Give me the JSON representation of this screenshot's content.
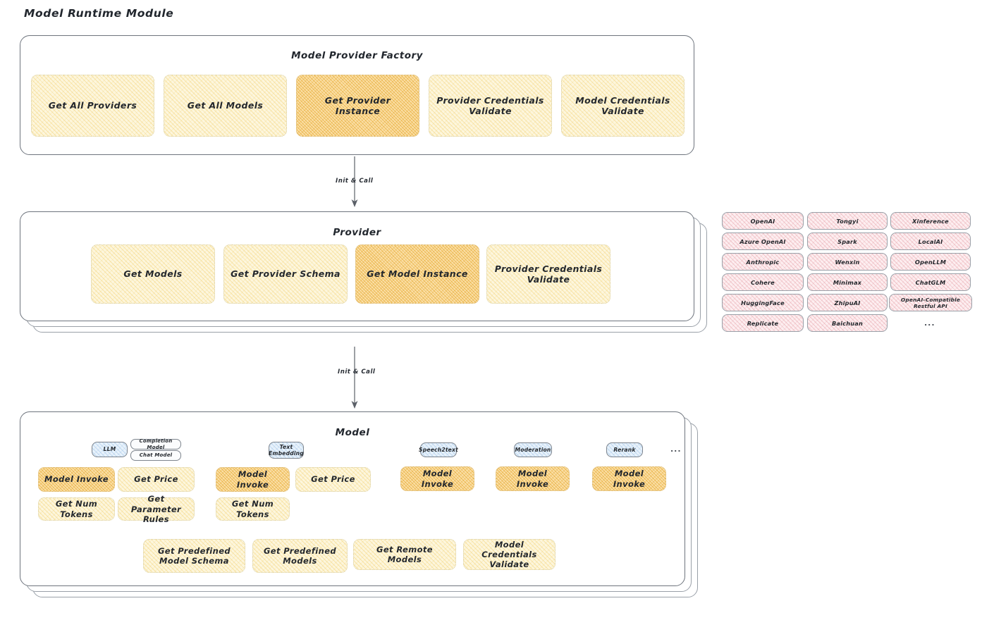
{
  "page": {
    "title": "Model Runtime Module"
  },
  "sections": {
    "factory": {
      "title": "Model Provider Factory",
      "boxes": [
        {
          "label": "Get All Providers",
          "highlight": false
        },
        {
          "label": "Get All Models",
          "highlight": false
        },
        {
          "label": "Get Provider Instance",
          "highlight": true
        },
        {
          "label": "Provider Credentials Validate",
          "highlight": false
        },
        {
          "label": "Model Credentials Validate",
          "highlight": false
        }
      ]
    },
    "provider": {
      "title": "Provider",
      "boxes": [
        {
          "label": "Get Models",
          "highlight": false
        },
        {
          "label": "Get Provider Schema",
          "highlight": false
        },
        {
          "label": "Get Model Instance",
          "highlight": true
        },
        {
          "label": "Provider Credentials Validate",
          "highlight": false
        }
      ]
    },
    "model": {
      "title": "Model",
      "types": [
        {
          "name": "LLM",
          "sub_badges": [
            "Completion Model",
            "Chat Model"
          ],
          "methods": [
            {
              "label": "Model Invoke",
              "highlight": true
            },
            {
              "label": "Get Price",
              "highlight": false
            },
            {
              "label": "Get Num Tokens",
              "highlight": false
            },
            {
              "label": "Get Parameter Rules",
              "highlight": false
            }
          ]
        },
        {
          "name": "Text Embedding",
          "sub_badges": [],
          "methods": [
            {
              "label": "Model Invoke",
              "highlight": true
            },
            {
              "label": "Get Price",
              "highlight": false
            },
            {
              "label": "Get Num Tokens",
              "highlight": false
            }
          ]
        },
        {
          "name": "Speech2text",
          "sub_badges": [],
          "methods": [
            {
              "label": "Model Invoke",
              "highlight": true
            }
          ]
        },
        {
          "name": "Moderation",
          "sub_badges": [],
          "methods": [
            {
              "label": "Model Invoke",
              "highlight": true
            }
          ]
        },
        {
          "name": "Rerank",
          "sub_badges": [],
          "methods": [
            {
              "label": "Model Invoke",
              "highlight": true
            }
          ]
        }
      ],
      "more_types": "...",
      "common_methods": [
        {
          "label": "Get Predefined Model Schema",
          "highlight": false
        },
        {
          "label": "Get Predefined Models",
          "highlight": false
        },
        {
          "label": "Get Remote Models",
          "highlight": false
        },
        {
          "label": "Model Credentials Validate",
          "highlight": false
        }
      ]
    }
  },
  "arrows": [
    {
      "label": "Init & Call",
      "from": "factory",
      "to": "provider"
    },
    {
      "label": "Init & Call",
      "from": "provider",
      "to": "model"
    }
  ],
  "provider_list": {
    "columns": [
      [
        "OpenAI",
        "Azure OpenAI",
        "Anthropic",
        "Cohere",
        "HuggingFace",
        "Replicate"
      ],
      [
        "Tongyi",
        "Spark",
        "Wenxin",
        "Minimax",
        "ZhipuAI",
        "Baichuan"
      ],
      [
        "Xinference",
        "LocalAI",
        "OpenLLM",
        "ChatGLM",
        "OpenAI-Compatible Restful API"
      ]
    ],
    "more": "..."
  },
  "colors": {
    "highlight_fill": "#fbe0a8",
    "normal_fill": "#fdf6dd",
    "provider_tag_fill": "#fdeef0",
    "model_badge_fill": "#e8f2fb",
    "stroke": "#6e747d",
    "text": "#24282d"
  }
}
